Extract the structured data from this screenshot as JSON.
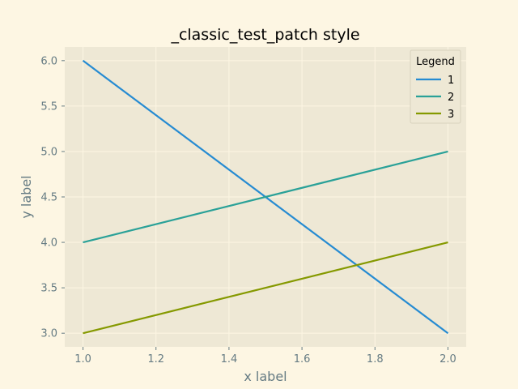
{
  "chart_data": {
    "type": "line",
    "title": "_classic_test_patch style",
    "xlabel": "x label",
    "ylabel": "y label",
    "xlim": [
      0.95,
      2.05
    ],
    "ylim": [
      2.85,
      6.15
    ],
    "xticks": [
      1.0,
      1.2,
      1.4,
      1.6,
      1.8,
      2.0
    ],
    "xtick_labels": [
      "1.0",
      "1.2",
      "1.4",
      "1.6",
      "1.8",
      "2.0"
    ],
    "yticks": [
      3.0,
      3.5,
      4.0,
      4.5,
      5.0,
      5.5,
      6.0
    ],
    "ytick_labels": [
      "3.0",
      "3.5",
      "4.0",
      "4.5",
      "5.0",
      "5.5",
      "6.0"
    ],
    "grid": true,
    "legend": {
      "title": "Legend",
      "position": "upper right"
    },
    "series": [
      {
        "name": "1",
        "x": [
          1.0,
          2.0
        ],
        "y": [
          6.0,
          3.0
        ],
        "color": "#268bd2"
      },
      {
        "name": "2",
        "x": [
          1.0,
          2.0
        ],
        "y": [
          4.0,
          5.0
        ],
        "color": "#2aa198"
      },
      {
        "name": "3",
        "x": [
          1.0,
          2.0
        ],
        "y": [
          3.0,
          4.0
        ],
        "color": "#859900"
      }
    ],
    "colors": {
      "figure_bg": "#fdf6e3",
      "axes_bg": "#eee8d5",
      "grid": "#fdf6e3",
      "text": "#657b83",
      "title": "#000000"
    }
  }
}
